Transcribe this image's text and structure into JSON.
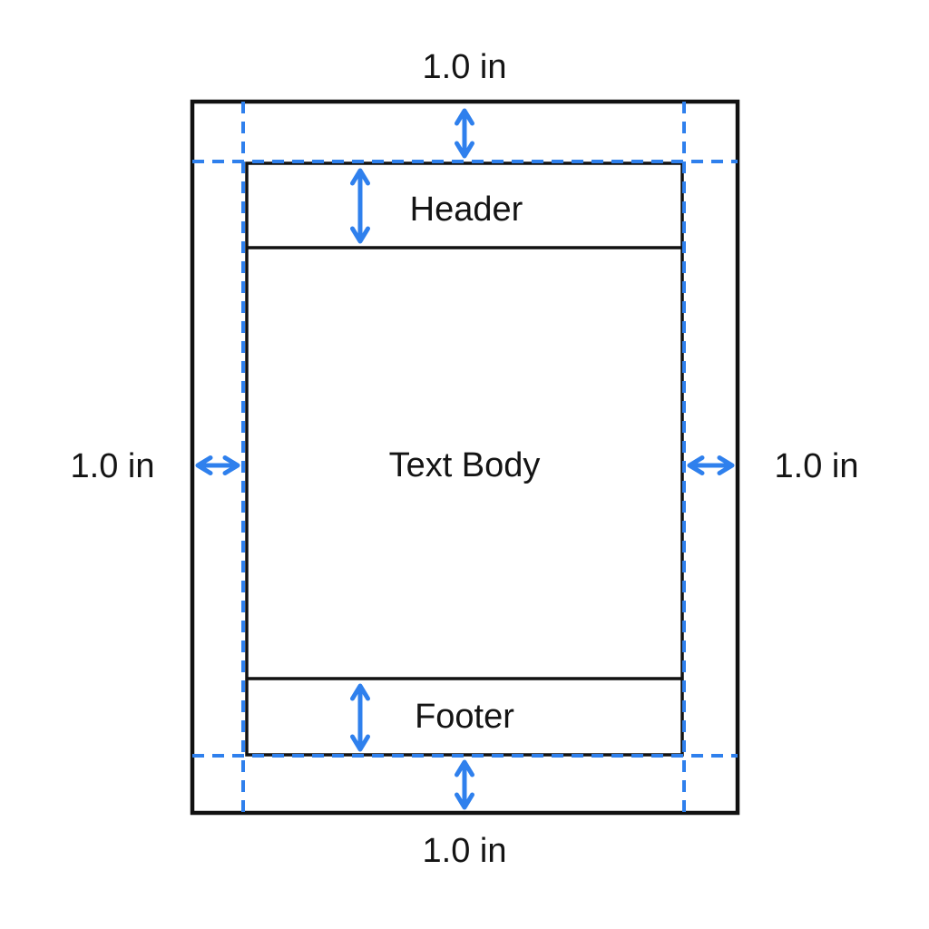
{
  "colors": {
    "accent": "#2F80ED",
    "line": "#111111",
    "text": "#141414",
    "background": "#FFFFFF"
  },
  "diagram": {
    "type": "page-margins-diagram",
    "margins": {
      "top_label": "1.0 in",
      "bottom_label": "1.0 in",
      "left_label": "1.0 in",
      "right_label": "1.0 in"
    },
    "sections": {
      "header_label": "Header",
      "body_label": "Text Body",
      "footer_label": "Footer"
    }
  }
}
